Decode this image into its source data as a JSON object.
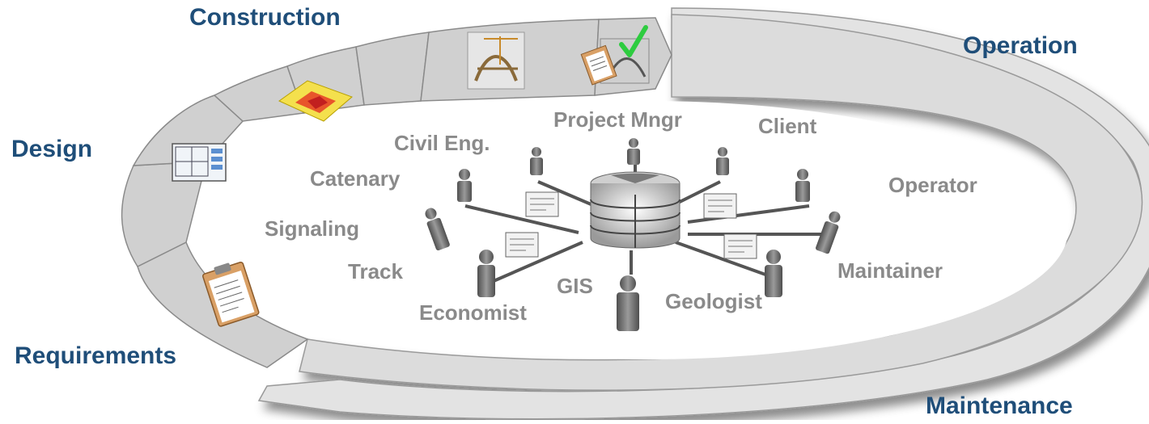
{
  "phases": {
    "construction": "Construction",
    "operation": "Operation",
    "design": "Design",
    "requirements": "Requirements",
    "maintenance": "Maintenance"
  },
  "roles": {
    "project_mngr": "Project Mngr",
    "client": "Client",
    "civil_eng": "Civil Eng.",
    "catenary": "Catenary",
    "operator": "Operator",
    "signaling": "Signaling",
    "track": "Track",
    "maintainer": "Maintainer",
    "gis": "GIS",
    "economist": "Economist",
    "geologist": "Geologist"
  },
  "colors": {
    "phase_text": "#1f4e79",
    "role_text": "#8a8a8a",
    "band": "#d6d6d6",
    "person": "#6e6e6e",
    "check": "#2ecc40"
  },
  "icons": [
    "person-icon",
    "document-icon",
    "database-icon",
    "clipboard-icon",
    "blueprint-icon",
    "heatmap-model-icon",
    "bridge-icon",
    "checkmark-icon"
  ]
}
